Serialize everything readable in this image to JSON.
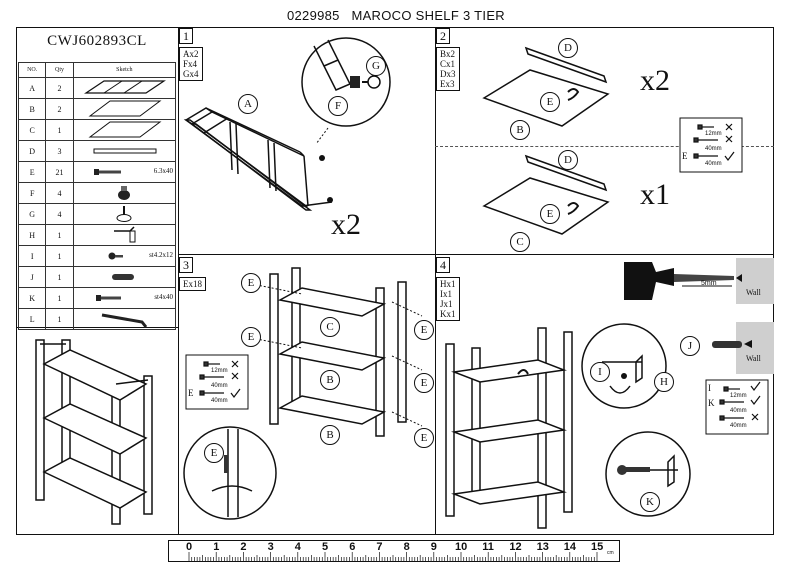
{
  "header": {
    "code": "0229985",
    "name": "MAROCO SHELF 3 TIER"
  },
  "model": "CWJ602893CL",
  "parts_header": {
    "no": "NO.",
    "qty": "Qty",
    "sketch": "Sketch"
  },
  "parts": [
    {
      "no": "A",
      "qty": "2",
      "size": ""
    },
    {
      "no": "B",
      "qty": "2",
      "size": ""
    },
    {
      "no": "C",
      "qty": "1",
      "size": ""
    },
    {
      "no": "D",
      "qty": "3",
      "size": ""
    },
    {
      "no": "E",
      "qty": "21",
      "size": "6.3x40"
    },
    {
      "no": "F",
      "qty": "4",
      "size": ""
    },
    {
      "no": "G",
      "qty": "4",
      "size": ""
    },
    {
      "no": "H",
      "qty": "1",
      "size": ""
    },
    {
      "no": "I",
      "qty": "1",
      "size": "st4.2x12"
    },
    {
      "no": "J",
      "qty": "1",
      "size": ""
    },
    {
      "no": "K",
      "qty": "1",
      "size": "st4x40"
    },
    {
      "no": "L",
      "qty": "1",
      "size": ""
    }
  ],
  "step1": {
    "num": "1",
    "items": [
      "Ax2",
      "Fx4",
      "Gx4"
    ],
    "mult": "x2",
    "labels": [
      "A",
      "F",
      "G"
    ]
  },
  "step2": {
    "num": "2",
    "items": [
      "Bx2",
      "Cx1",
      "Dx3",
      "Ex3"
    ],
    "mult_top": "x2",
    "mult_bottom": "x1",
    "labels_top": [
      "D",
      "E",
      "B"
    ],
    "labels_bottom": [
      "D",
      "E",
      "C"
    ],
    "hint_label": "E",
    "dims": [
      "12mm",
      "40mm",
      "40mm"
    ]
  },
  "step3": {
    "num": "3",
    "items": [
      "Ex18"
    ],
    "labels": [
      "E",
      "C",
      "B",
      "B"
    ],
    "hint_label": "E",
    "dims": [
      "12mm",
      "40mm",
      "40mm"
    ]
  },
  "step4": {
    "num": "4",
    "items": [
      "Hx1",
      "Ix1",
      "Jx1",
      "Kx1"
    ],
    "labels": [
      "I",
      "H",
      "K",
      "J"
    ],
    "drill_size": "5mm",
    "wall": "Wall",
    "hint_labels": [
      "I",
      "K"
    ],
    "dims": [
      "12mm",
      "40mm",
      "40mm"
    ]
  },
  "ruler": {
    "numbers": [
      "0",
      "1",
      "2",
      "3",
      "4",
      "5",
      "6",
      "7",
      "8",
      "9",
      "10",
      "11",
      "12",
      "13",
      "14",
      "15"
    ],
    "unit": "cm"
  }
}
